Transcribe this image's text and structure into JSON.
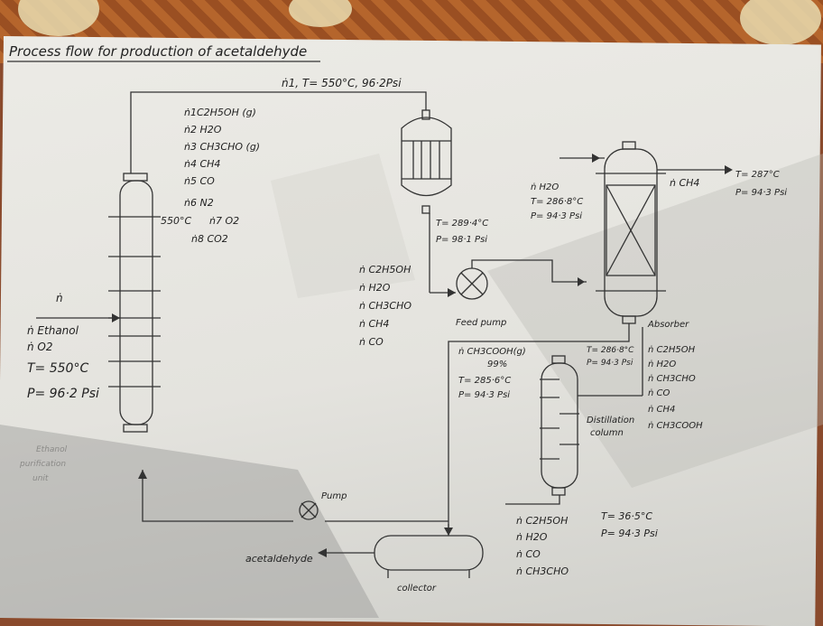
{
  "title": "Process flow for production of acetaldehyde",
  "top_stream": "ṅ1, T= 550°C, 96·2Psi",
  "reactor_outlet_list": [
    "ṅ1C2H5OH (g)",
    "ṅ2 H2O",
    "ṅ3 CH3CHO (g)",
    "ṅ4 CH4",
    "ṅ5 CO",
    "ṅ6 N2",
    "ṅ7 O2",
    "ṅ8 CO2"
  ],
  "reactor_temp": "550°C",
  "feed_label": "ṅ",
  "feed_list": [
    "ṅ Ethanol",
    "ṅ O2",
    "T= 550°C",
    "P= 96·2 Psi"
  ],
  "hx_outlet": [
    "T= 289·4°C",
    "P= 98·1 Psi"
  ],
  "pump_in_list": [
    "ṅ C2H5OH",
    "ṅ H2O",
    "ṅ CH3CHO",
    "ṅ CH4",
    "ṅ CO"
  ],
  "feed_pump_label": "Feed pump",
  "absorber_water": [
    "ṅ H2O",
    "T= 286·8°C",
    "P= 94·3 Psi"
  ],
  "absorber_top": "ṅ CH4",
  "absorber_top_cond": [
    "T= 287°C",
    "P= 94·3 Psi"
  ],
  "absorber_label": "Absorber",
  "absorber_bottom_cond": [
    "T= 286·8°C",
    "P= 94·3 Psi"
  ],
  "absorber_bottom_list": [
    "ṅ C2H5OH",
    "ṅ H2O",
    "ṅ CH3CHO",
    "ṅ CO",
    "ṅ CH4",
    "ṅ CH3COOH"
  ],
  "distillation_top": [
    "ṅ CH3COOH(g)",
    "99%",
    "T= 285·6°C",
    "P= 94·3 Psi"
  ],
  "distillation_label": [
    "Distillation",
    "column"
  ],
  "recycle_pump_label": "Pump",
  "bottoms_list": [
    "ṅ C2H5OH",
    "ṅ H2O",
    "ṅ CO",
    "ṅ CH3CHO"
  ],
  "bottoms_cond": [
    "T= 36·5°C",
    "P= 94·3 Psi"
  ],
  "product_label": "acetaldehyde",
  "collector_label": "collector",
  "faded_note": [
    "Ethanol",
    "purification",
    "unit"
  ]
}
